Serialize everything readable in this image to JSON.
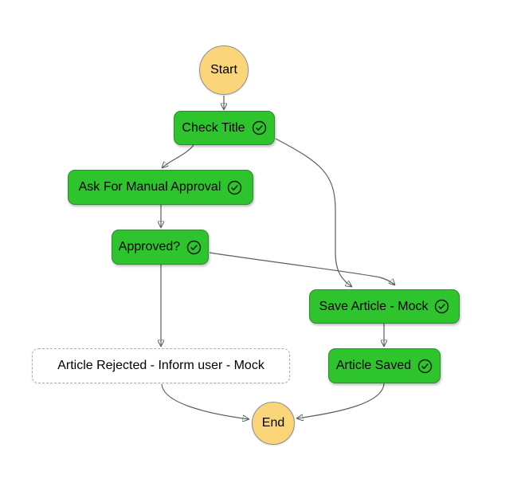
{
  "graph": {
    "nodes": [
      {
        "id": "start",
        "label": "Start",
        "shape": "circle",
        "fill": "#fbd579"
      },
      {
        "id": "check-title",
        "label": "Check Title",
        "shape": "box",
        "fill": "#2dc42d",
        "status_icon": "check-circle-icon"
      },
      {
        "id": "ask-for-manual-approval",
        "label": "Ask For Manual Approval",
        "shape": "box",
        "fill": "#2dc42d",
        "status_icon": "check-circle-icon"
      },
      {
        "id": "approved",
        "label": "Approved?",
        "shape": "box",
        "fill": "#2dc42d",
        "status_icon": "check-circle-icon"
      },
      {
        "id": "save-article",
        "label": "Save Article - Mock",
        "shape": "box",
        "fill": "#2dc42d",
        "status_icon": "check-circle-icon"
      },
      {
        "id": "article-saved",
        "label": "Article Saved",
        "shape": "box",
        "fill": "#2dc42d",
        "status_icon": "check-circle-icon"
      },
      {
        "id": "article-rejected",
        "label": "Article Rejected - Inform user - Mock",
        "shape": "box-dashed",
        "fill": "#ffffff"
      },
      {
        "id": "end",
        "label": "End",
        "shape": "circle",
        "fill": "#fbd579"
      }
    ],
    "edges": [
      {
        "from": "start",
        "to": "check-title"
      },
      {
        "from": "check-title",
        "to": "ask-for-manual-approval"
      },
      {
        "from": "check-title",
        "to": "save-article"
      },
      {
        "from": "ask-for-manual-approval",
        "to": "approved"
      },
      {
        "from": "approved",
        "to": "save-article"
      },
      {
        "from": "approved",
        "to": "article-rejected"
      },
      {
        "from": "save-article",
        "to": "article-saved"
      },
      {
        "from": "article-saved",
        "to": "end"
      },
      {
        "from": "article-rejected",
        "to": "end"
      }
    ],
    "colors": {
      "succeeded_fill": "#2dc42d",
      "terminal_fill": "#fbd579",
      "edge_stroke": "#5d5d5d",
      "arrowhead": "#474747",
      "dashed_border": "#a9b0a9",
      "text": "#000000"
    }
  }
}
